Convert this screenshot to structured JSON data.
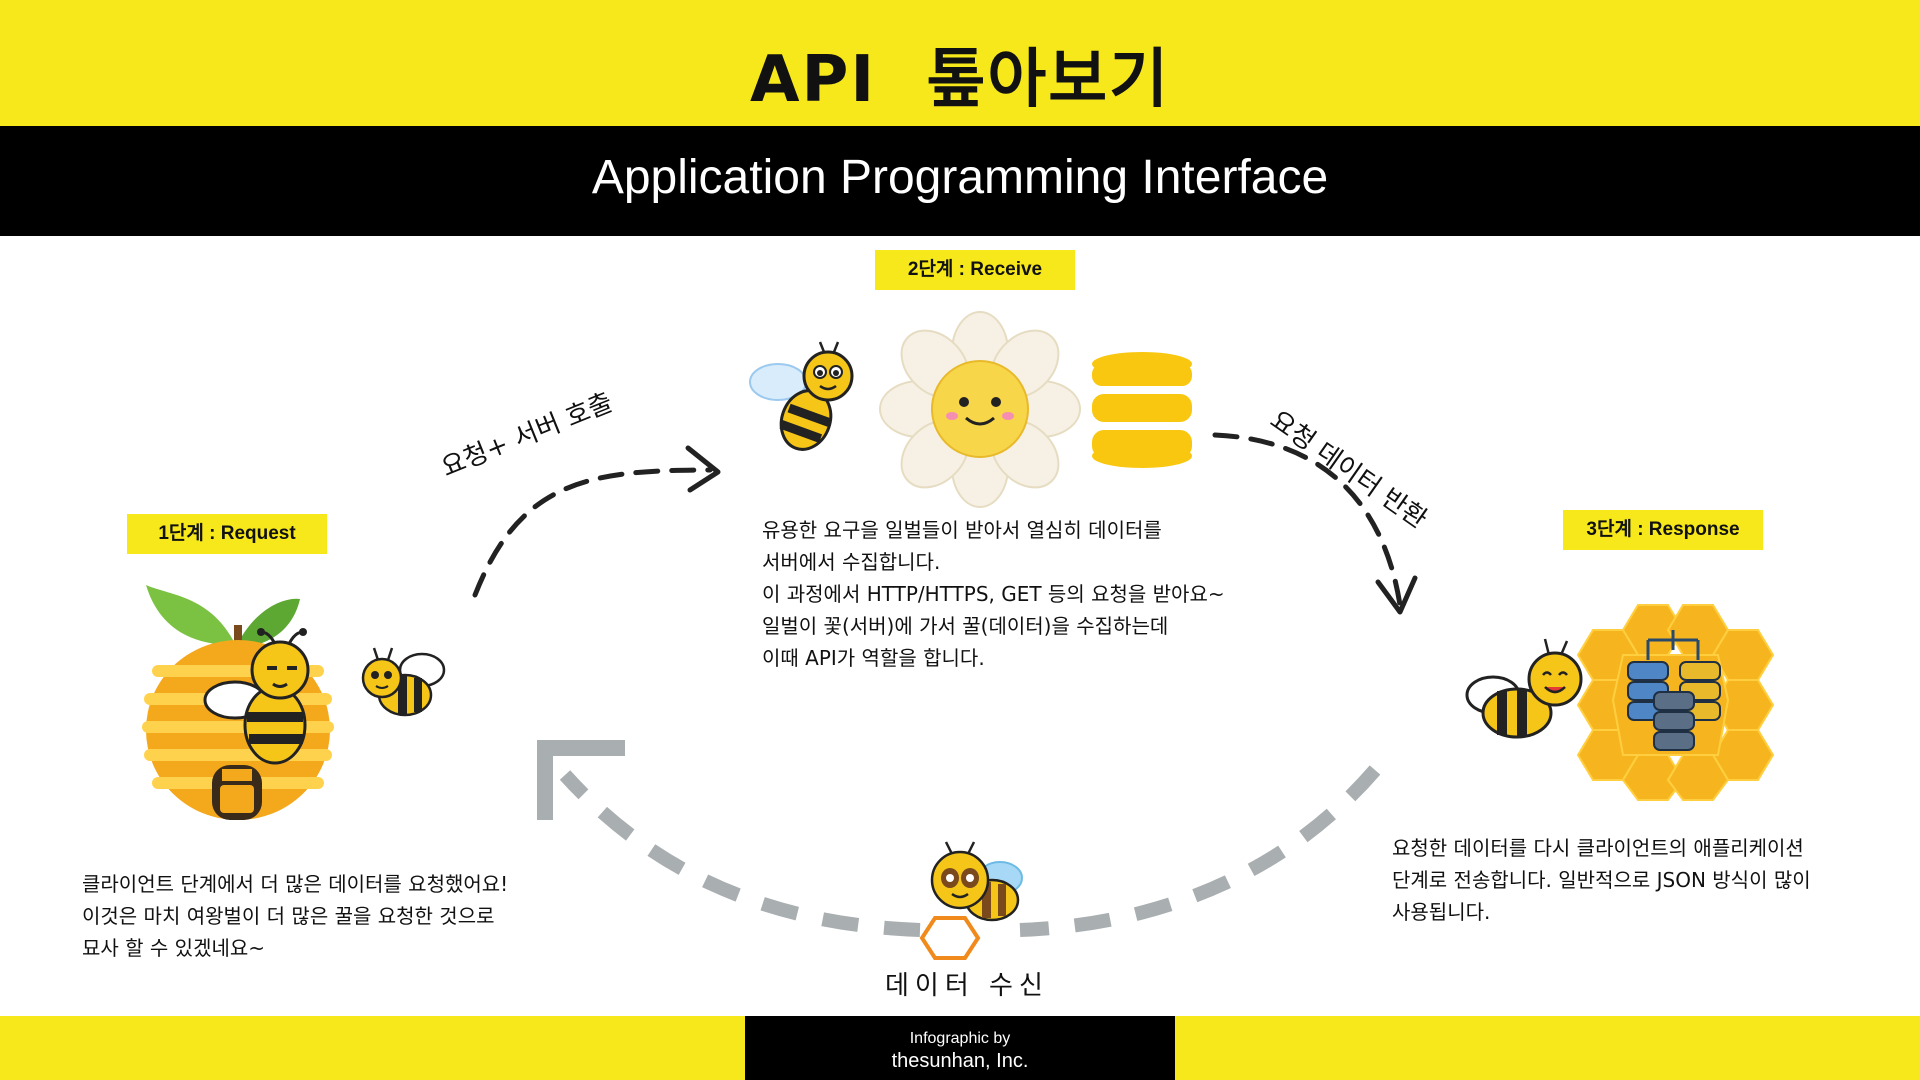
{
  "header": {
    "title": "API  톺아보기",
    "subtitle": "Application Programming Interface"
  },
  "stages": [
    {
      "badge": "1단계 : Request",
      "lines": [
        "클라이언트 단계에서 더 많은 데이터를 요청했어요!",
        "이것은 마치 여왕벌이 더 많은 꿀을 요청한 것으로",
        "묘사 할 수 있겠네요~"
      ]
    },
    {
      "badge": "2단계 : Receive",
      "lines": [
        "유용한 요구을 일벌들이 받아서 열심히 데이터를",
        "서버에서 수집합니다.",
        "이 과정에서 HTTP/HTTPS, GET 등의 요청을 받아요~",
        "일벌이 꽃(서버)에 가서 꿀(데이터)을 수집하는데",
        "이때 API가 역할을 합니다."
      ]
    },
    {
      "badge": "3단계 : Response",
      "lines": [
        "요청한 데이터를 다시 클라이언트의 애플리케이션",
        "단계로 전송합니다. 일반적으로 JSON 방식이 많이",
        "사용됩니다."
      ]
    }
  ],
  "arrows": {
    "request": "요청+ 서버 호출",
    "response": "요청 데이터 반환",
    "receive": "데이터 수신"
  },
  "footer": {
    "line1": "Infographic by",
    "line2": "thesunhan, Inc."
  },
  "colors": {
    "yellow": "#f6e81b",
    "black": "#000000",
    "bee_yellow": "#f5c518",
    "honey": "#f4a81c",
    "dashed_gray": "#a9aeb0"
  }
}
